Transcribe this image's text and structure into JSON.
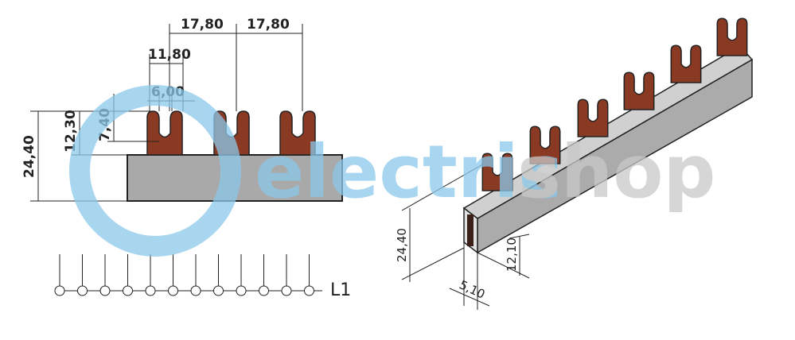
{
  "watermark": {
    "part1": "electric",
    "part2": "shop",
    "color1": "#8cc8ea",
    "color2": "#c9c9c9"
  },
  "left_view": {
    "pitch_1": "17,80",
    "pitch_2": "17,80",
    "fork_outer_width": "11,80",
    "fork_slot_width": "6,00",
    "total_height": "24,40",
    "fork_height": "12,30",
    "slot_depth": "7,40"
  },
  "schematic": {
    "phase_label": "L1",
    "terminal_count": 12
  },
  "right_view": {
    "total_height": "24,40",
    "bar_height": "12,10",
    "bar_width": "5,10"
  },
  "colors": {
    "copper": "#8a3a22",
    "bar": "#a9a9a9",
    "line": "#222222"
  }
}
